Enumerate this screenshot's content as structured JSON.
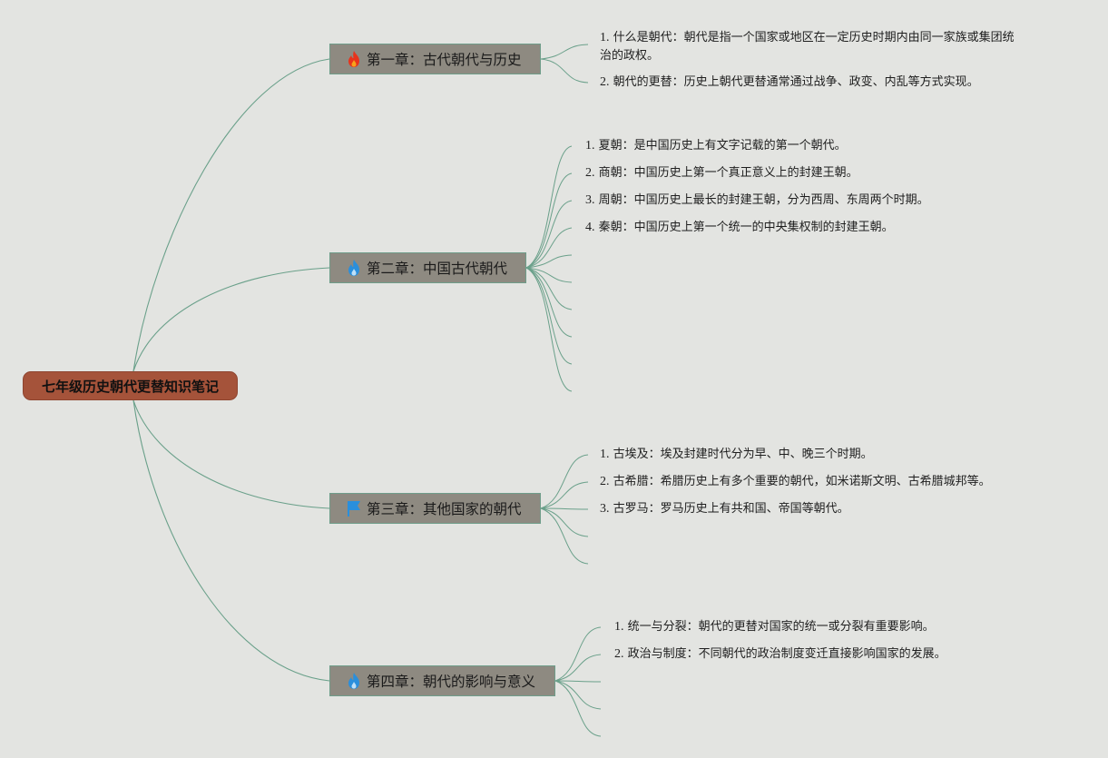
{
  "root": {
    "title": "七年级历史朝代更替知识笔记"
  },
  "chapters": [
    {
      "label": "第一章：古代朝代与历史",
      "icon": "fire-icon",
      "icon_color": "#e8331c",
      "items": [
        {
          "num": "1.",
          "text": "什么是朝代：朝代是指一个国家或地区在一定历史时期内由同一家族或集团统",
          "text2": "治的政权。"
        },
        {
          "num": "2.",
          "text": "朝代的更替：历史上朝代更替通常通过战争、政变、内乱等方式实现。"
        }
      ]
    },
    {
      "label": "第二章：中国古代朝代",
      "icon": "fire-icon",
      "icon_color": "#2a8fdc",
      "items": [
        {
          "num": "1.",
          "text": "夏朝：是中国历史上有文字记载的第一个朝代。"
        },
        {
          "num": "2.",
          "text": "商朝：中国历史上第一个真正意义上的封建王朝。"
        },
        {
          "num": "3.",
          "text": "周朝：中国历史上最长的封建王朝，分为西周、东周两个时期。"
        },
        {
          "num": "4.",
          "text": "秦朝：中国历史上第一个统一的中央集权制的封建王朝。"
        }
      ]
    },
    {
      "label": "第三章：其他国家的朝代",
      "icon": "flag-icon",
      "icon_color": "#2a8fdc",
      "items": [
        {
          "num": "1.",
          "text": "古埃及：埃及封建时代分为早、中、晚三个时期。"
        },
        {
          "num": "2.",
          "text": "古希腊：希腊历史上有多个重要的朝代，如米诺斯文明、古希腊城邦等。"
        },
        {
          "num": "3.",
          "text": "古罗马：罗马历史上有共和国、帝国等朝代。"
        }
      ]
    },
    {
      "label": "第四章：朝代的影响与意义",
      "icon": "fire-icon",
      "icon_color": "#2a8fdc",
      "items": [
        {
          "num": "1.",
          "text": "统一与分裂：朝代的更替对国家的统一或分裂有重要影响。"
        },
        {
          "num": "2.",
          "text": "政治与制度：不同朝代的政治制度变迁直接影响国家的发展。"
        }
      ]
    }
  ],
  "colors": {
    "link": "#6aa08a",
    "root_bg": "#a5533a",
    "chapter_bg": "#8e8a81"
  }
}
